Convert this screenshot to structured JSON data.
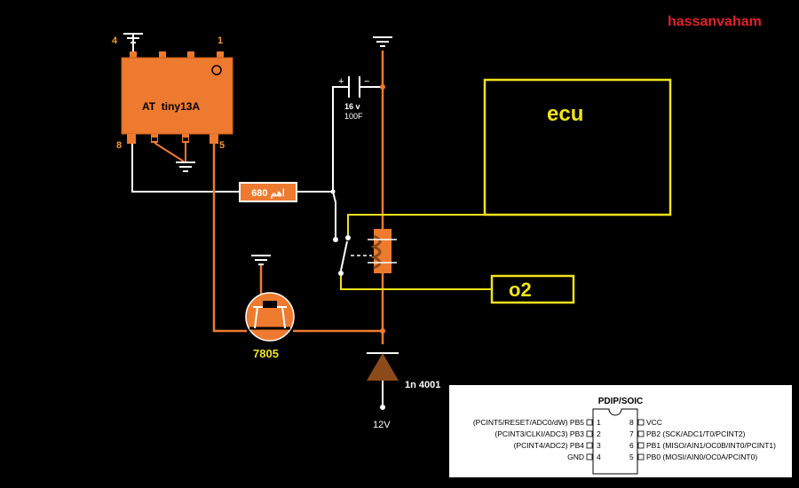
{
  "watermark": "hassanvaham",
  "mcu": {
    "label": "AT  tiny13A",
    "pin_top_left": "4",
    "pin_top_right": "1",
    "pin_bottom_left": "8",
    "pin_bottom_right": "5"
  },
  "capacitor": {
    "voltage": "16 v",
    "value": "100F",
    "plus": "+",
    "minus": "−"
  },
  "resistor": {
    "label": "680 اهم"
  },
  "regulator": {
    "label": "7805"
  },
  "diode": {
    "label": "1n 4001"
  },
  "supply": {
    "label": "12V"
  },
  "ecu": {
    "label": "ecu"
  },
  "o2": {
    "label": "o2"
  },
  "pinout": {
    "title": "PDIP/SOIC",
    "left_pins": [
      {
        "num": "1",
        "name": "(PCINT5/RESET/ADC0/dW) PB5"
      },
      {
        "num": "2",
        "name": "(PCINT3/CLKI/ADC3) PB3"
      },
      {
        "num": "3",
        "name": "(PCINT4/ADC2) PB4"
      },
      {
        "num": "4",
        "name": "GND"
      }
    ],
    "right_pins": [
      {
        "num": "8",
        "name": "VCC"
      },
      {
        "num": "7",
        "name": "PB2 (SCK/ADC1/T0/PCINT2)"
      },
      {
        "num": "6",
        "name": "PB1 (MISO/AIN1/OC0B/INT0/PCINT1)"
      },
      {
        "num": "5",
        "name": "PB0 (MOSI/AIN0/OC0A/PCINT0)"
      }
    ]
  },
  "colors": {
    "background": "#000000",
    "component": "#ee7a2f",
    "component_dark": "#8a4a1a",
    "wire_white": "#ffffff",
    "wire_yellow": "#f2e21c",
    "watermark": "#e3202a",
    "label_orange": "#f39a2c",
    "label_yellow": "#f2e21c"
  }
}
